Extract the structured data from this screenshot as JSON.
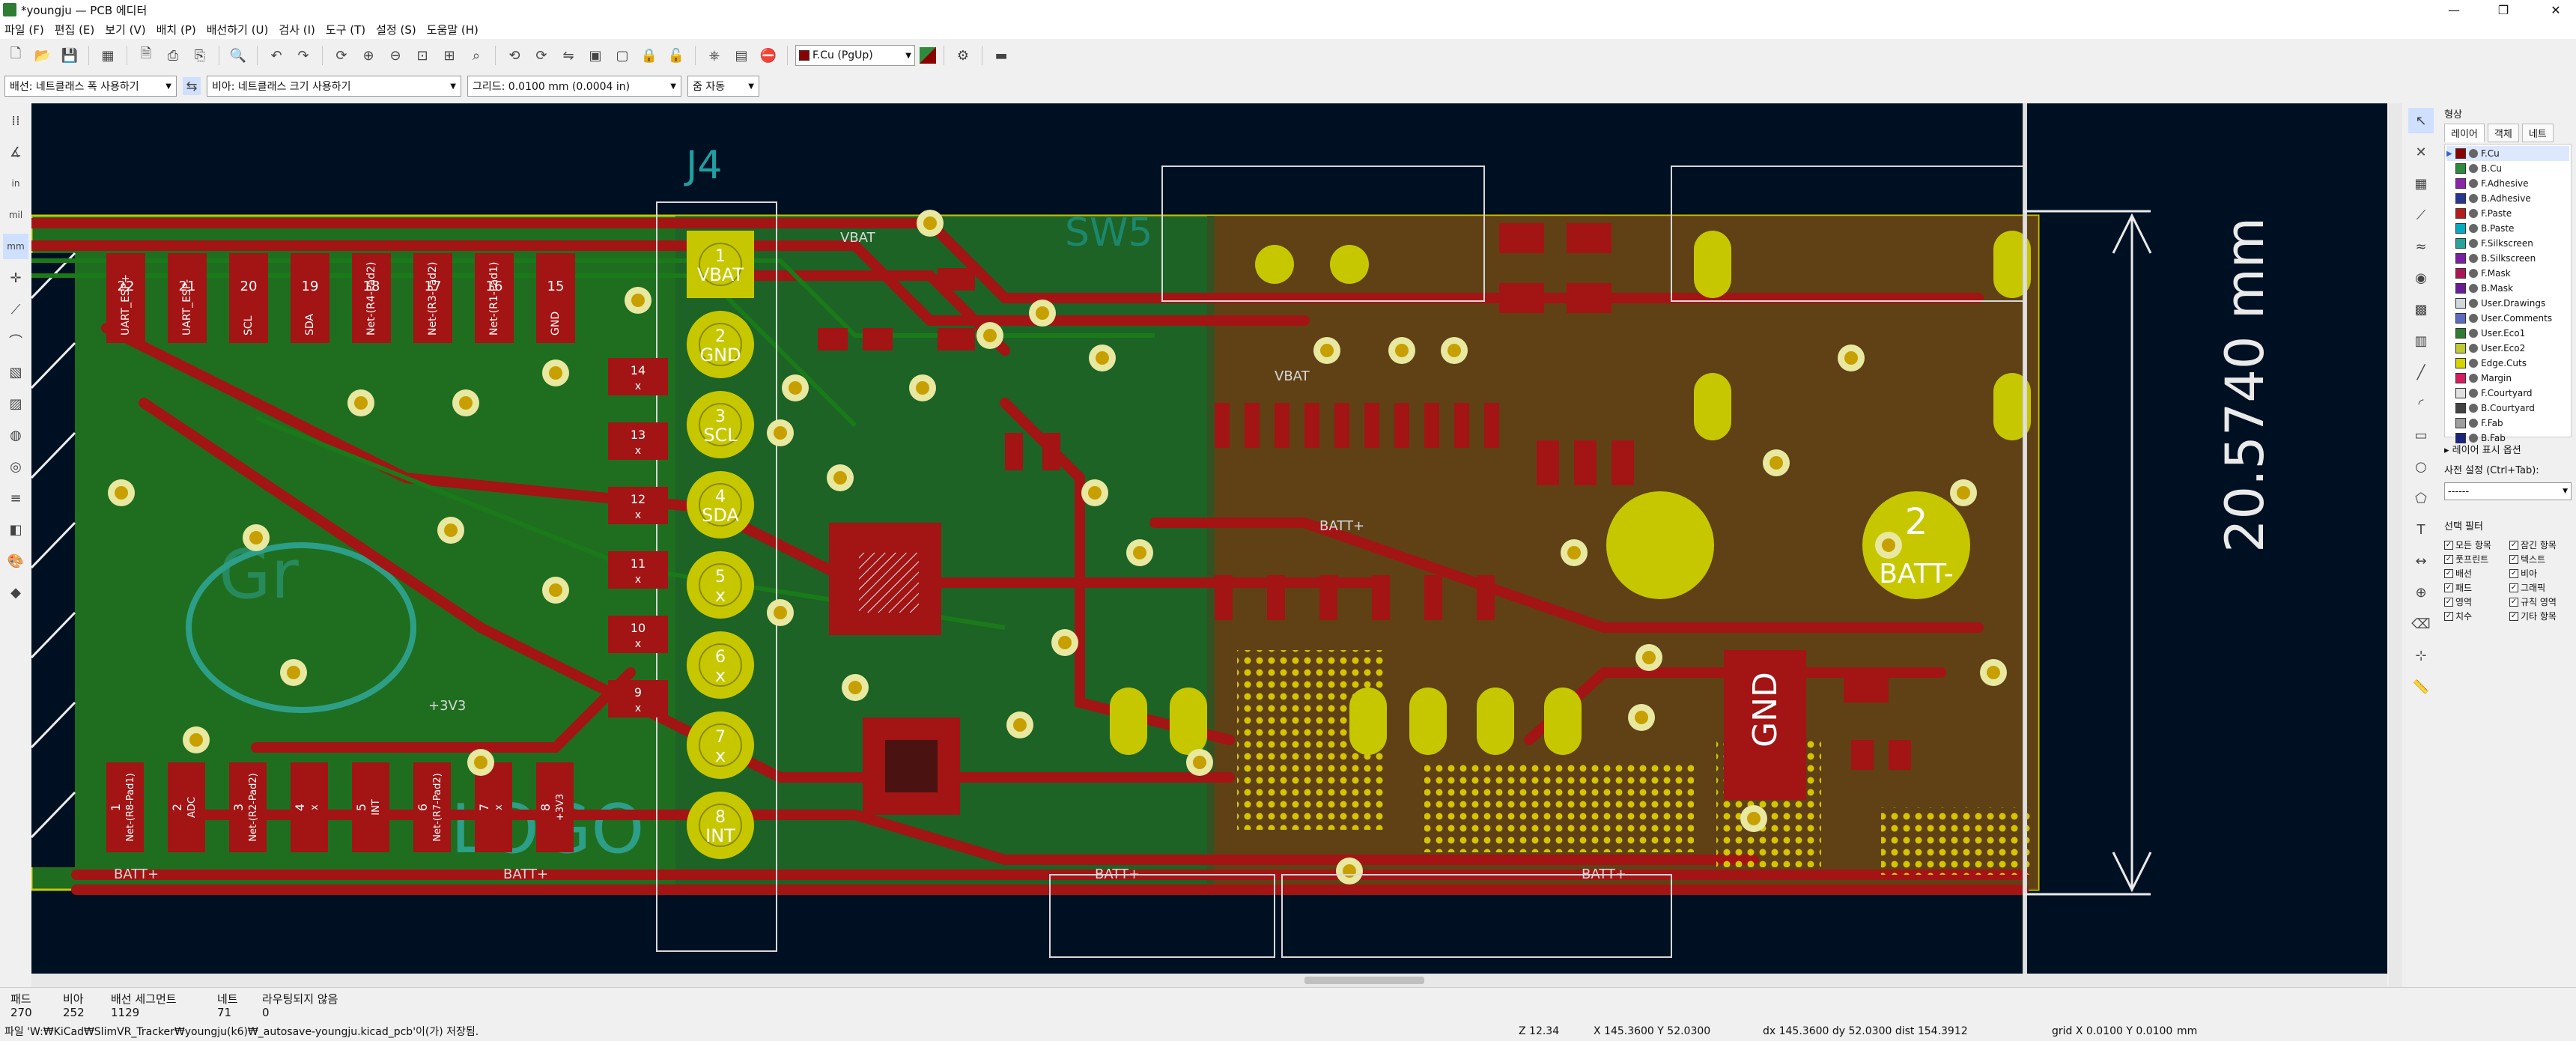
{
  "window": {
    "title": "*youngju — PCB 에디터"
  },
  "menu": [
    "파일 (F)",
    "편집 (E)",
    "보기 (V)",
    "배치 (P)",
    "배선하기 (U)",
    "검사 (I)",
    "도구 (T)",
    "설정 (S)",
    "도움말 (H)"
  ],
  "toolbar": {
    "active_layer": "F.Cu (PgUp)",
    "active_layer_color": "#8b0000"
  },
  "toolbar2": {
    "track": "배선: 네트클래스 폭 사용하기",
    "via": "비아: 네트클래스 크기 사용하기",
    "grid": "그리드: 0.0100 mm (0.0004 in)",
    "zoom": "줌 자동"
  },
  "panel": {
    "header": "형상",
    "tabs": [
      "레이어",
      "객체",
      "네트"
    ],
    "layers": [
      {
        "name": "F.Cu",
        "color": "#8b0000"
      },
      {
        "name": "B.Cu",
        "color": "#2e8b3d"
      },
      {
        "name": "F.Adhesive",
        "color": "#8e24aa"
      },
      {
        "name": "B.Adhesive",
        "color": "#283593"
      },
      {
        "name": "F.Paste",
        "color": "#b71c1c"
      },
      {
        "name": "B.Paste",
        "color": "#00acc1"
      },
      {
        "name": "F.Silkscreen",
        "color": "#26a69a"
      },
      {
        "name": "B.Silkscreen",
        "color": "#7b1fa2"
      },
      {
        "name": "F.Mask",
        "color": "#ad1457"
      },
      {
        "name": "B.Mask",
        "color": "#6a1b9a"
      },
      {
        "name": "User.Drawings",
        "color": "#cfd8dc"
      },
      {
        "name": "User.Comments",
        "color": "#5c6bc0"
      },
      {
        "name": "User.Eco1",
        "color": "#2e7d32"
      },
      {
        "name": "User.Eco2",
        "color": "#c0ca33"
      },
      {
        "name": "Edge.Cuts",
        "color": "#d4d400"
      },
      {
        "name": "Margin",
        "color": "#d81b60"
      },
      {
        "name": "F.Courtyard",
        "color": "#e0e0e0"
      },
      {
        "name": "B.Courtyard",
        "color": "#424242"
      },
      {
        "name": "F.Fab",
        "color": "#9e9e9e"
      },
      {
        "name": "B.Fab",
        "color": "#1a237e"
      }
    ],
    "layer_options": "레이어 표시 옵션",
    "preset_label": "사전 설정 (Ctrl+Tab):",
    "preset_value": "------",
    "filter_title": "선택 필터",
    "filters": [
      "모든 항목",
      "잠긴 항목",
      "풋프린트",
      "텍스트",
      "배선",
      "비아",
      "패드",
      "그래픽",
      "영역",
      "규칙 영역",
      "치수",
      "기타 항목"
    ]
  },
  "board": {
    "labels": [
      "J4",
      "VBAT",
      "BATT+",
      "BATT-",
      "GND",
      "+3V3",
      "SW5"
    ],
    "dimension": "20.5740 mm",
    "j4_pins": [
      {
        "num": "1",
        "name": "VBAT"
      },
      {
        "num": "2",
        "name": "GND"
      },
      {
        "num": "3",
        "name": "SCL"
      },
      {
        "num": "4",
        "name": "SDA"
      },
      {
        "num": "5",
        "name": "x"
      },
      {
        "num": "6",
        "name": "x"
      },
      {
        "num": "7",
        "name": "x"
      },
      {
        "num": "8",
        "name": "INT"
      }
    ],
    "top_pads": [
      {
        "num": "22",
        "name": "UART_ESP+"
      },
      {
        "num": "21",
        "name": "UART_ESP-"
      },
      {
        "num": "20",
        "name": "SCL"
      },
      {
        "num": "19",
        "name": "SDA"
      },
      {
        "num": "18",
        "name": "Net-(R4-Pad2)"
      },
      {
        "num": "17",
        "name": "Net-(R3-Pad2)"
      },
      {
        "num": "16",
        "name": "Net-(R1-Pad1)"
      },
      {
        "num": "15",
        "name": "GND"
      }
    ],
    "mid_pads": [
      {
        "num": "14",
        "name": "x"
      },
      {
        "num": "13",
        "name": "x"
      },
      {
        "num": "12",
        "name": "x"
      },
      {
        "num": "11",
        "name": "x"
      },
      {
        "num": "10",
        "name": "x"
      },
      {
        "num": "9",
        "name": "x"
      }
    ],
    "bottom_pads": [
      {
        "num": "1",
        "name": "Net-(R8-Pad1)"
      },
      {
        "num": "2",
        "name": "ADC"
      },
      {
        "num": "3",
        "name": "Net-(R2-Pad2)"
      },
      {
        "num": "4",
        "name": "x"
      },
      {
        "num": "5",
        "name": "INT"
      },
      {
        "num": "6",
        "name": "Net-(R7-Pad2)"
      },
      {
        "num": "7",
        "name": "x"
      },
      {
        "num": "8",
        "name": "+3V3"
      }
    ]
  },
  "status": {
    "headers": [
      "패드",
      "비아",
      "배선 세그먼트",
      "네트",
      "라우팅되지 않음"
    ],
    "values": [
      "270",
      "252",
      "1129",
      "71",
      "0"
    ],
    "message": "파일 'W:₩KiCad₩SlimVR_Tracker₩youngju(k6)₩_autosave-youngju.kicad_pcb'이(가) 저장됨.",
    "zoom": "Z 12.34",
    "xy": "X 145.3600  Y 52.0300",
    "dxy": "dx 145.3600  dy 52.0300  dist 154.3912",
    "grid": "grid X 0.0100  Y 0.0100",
    "units": "mm"
  }
}
